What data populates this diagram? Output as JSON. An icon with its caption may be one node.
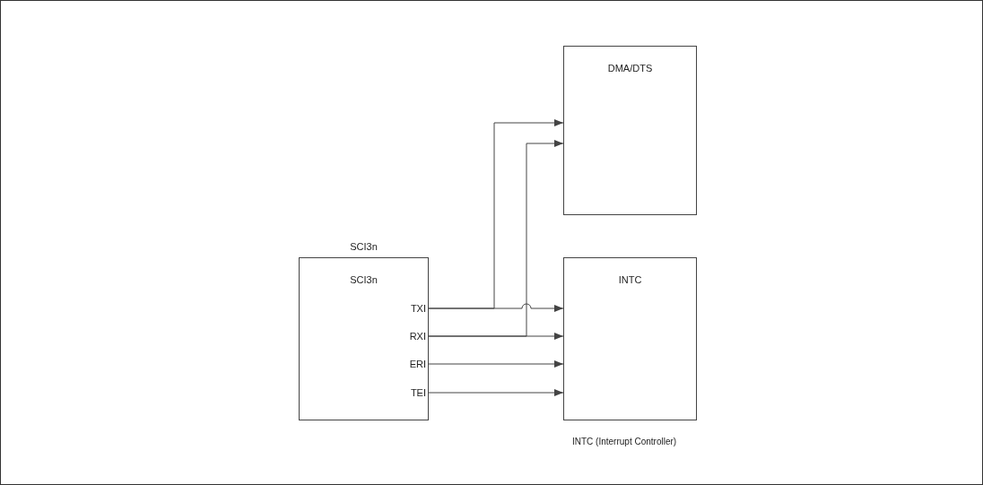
{
  "diagram": {
    "nodes": [
      {
        "text": [
          "SCI3n",
          "SCI3n"
        ]
      },
      {
        "text": [
          "TXI"
        ],
        "in": 0
      },
      {
        "text": [
          "RXI"
        ],
        "in": 0
      },
      {
        "text": [
          "ERI"
        ],
        "in": 0
      },
      {
        "text": [
          "TEI"
        ],
        "in": 0
      },
      {
        "text": [
          "DMA/DTS"
        ]
      },
      {
        "text": [
          "INTC"
        ],
        "beside": [
          "INTC (Interrupt Controller)"
        ]
      }
    ],
    "edges": [
      {
        "from": 1,
        "to": 5,
        "arrow": "to"
      },
      {
        "from": 2,
        "to": 5,
        "arrow": "to"
      },
      {
        "from": 1,
        "to": 6,
        "arrow": "to"
      },
      {
        "from": 2,
        "to": 6,
        "arrow": "to"
      },
      {
        "from": 3,
        "to": 6,
        "arrow": "to"
      },
      {
        "from": 4,
        "to": 6,
        "arrow": "to"
      }
    ]
  }
}
